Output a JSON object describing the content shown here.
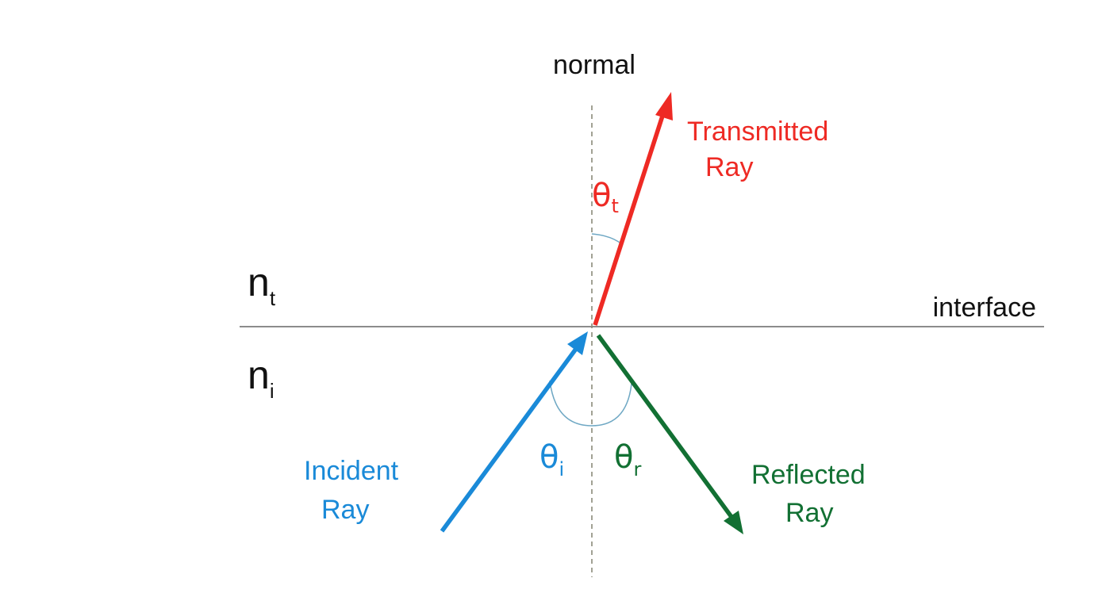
{
  "labels": {
    "normal": "normal",
    "interface": "interface",
    "medium_top": {
      "base": "n",
      "sub": "t"
    },
    "medium_bottom": {
      "base": "n",
      "sub": "i"
    },
    "transmitted_line1": "Transmitted",
    "transmitted_line2": "Ray",
    "incident_line1": "Incident",
    "incident_line2": "Ray",
    "reflected_line1": "Reflected",
    "reflected_line2": "Ray",
    "theta_t": {
      "base": "θ",
      "sub": "t"
    },
    "theta_i": {
      "base": "θ",
      "sub": "i"
    },
    "theta_r": {
      "base": "θ",
      "sub": "r"
    }
  },
  "colors": {
    "transmitted": "#ee2a24",
    "incident": "#1a8ad8",
    "reflected": "#127033",
    "text": "#111111",
    "normal_line": "#8a8a7a",
    "interface_line": "#8c8c8c",
    "arc": "#6fa8c4"
  }
}
